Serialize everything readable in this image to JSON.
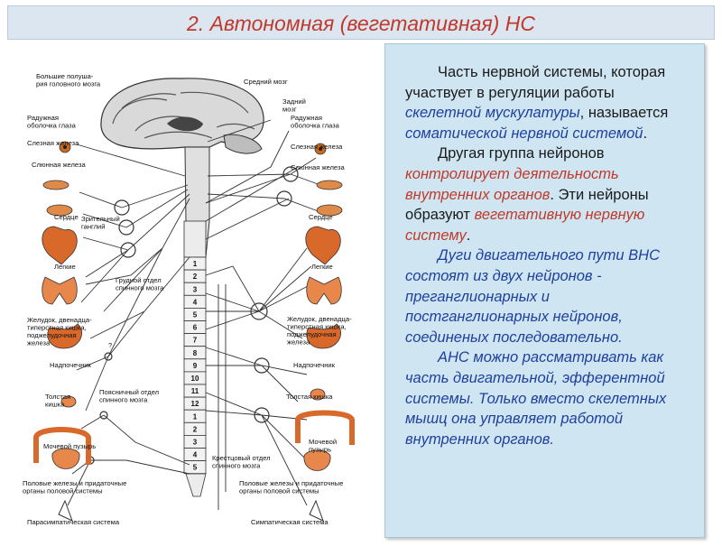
{
  "title": "2. Автономная (вегетативная) НС",
  "diagram": {
    "left_labels": [
      "Большие полуша-\nрия головного мозга",
      "Радужная\nоболочка глаза",
      "Слезная железа",
      "Слюнная железа",
      "Сердце",
      "Зрительный\nганглий",
      "Легкие",
      "Грудной отдел\nспинного мозга",
      "Желудок, двенадца-\nтиперстная кишка,\nподжелудочная\nжелеза",
      "Надпочечник",
      "Поясничный отдел\nспинного мозга",
      "Толстая\nкишка",
      "Мочевой пузырь",
      "Половые железы и придаточные\nорганы половой системы",
      "Парасимпатическая система"
    ],
    "right_labels": [
      "Средний мозг",
      "Задний\nмозг",
      "Радужная\nоболочка глаза",
      "Слезная железа",
      "Слюнная железа",
      "Сердце",
      "Легкие",
      "Желудок, двенадца-\nтиперстная кишка,\nподжелудочная\nжелеза",
      "Надпочечник",
      "Толстая кишка",
      "Мочевой\nпузырь",
      "Крестцовый отдел\nспинного мозга",
      "Половые железы и придаточные\nорганы половой системы",
      "Симпатическая система"
    ],
    "question_mark": "?",
    "segments": [
      "1",
      "2",
      "3",
      "4",
      "5",
      "6",
      "7",
      "8",
      "9",
      "10",
      "11",
      "12",
      "1",
      "2",
      "3",
      "4",
      "5"
    ]
  },
  "text": {
    "p1": [
      "Часть нервной системы, которая участвует в регуляции работы ",
      "скелетной мускулатуры",
      ", называется ",
      "соматической нервной системой",
      "."
    ],
    "p2": [
      "Другая группа нейронов ",
      "контролирует деятельность внутренних органов",
      ". Эти нейроны образуют ",
      "вегетативную нервную систему",
      "."
    ],
    "p3": "Дуги двигательного пути ВНС состоят из двух нейронов - преганглионарных и постганглионарных нейронов, соединеных последовательно.",
    "p4": "АНС можно рассматривать как часть двигательной, эфферентной системы. Только вместо скелетных мышц она управляет работой внутренних органов."
  }
}
